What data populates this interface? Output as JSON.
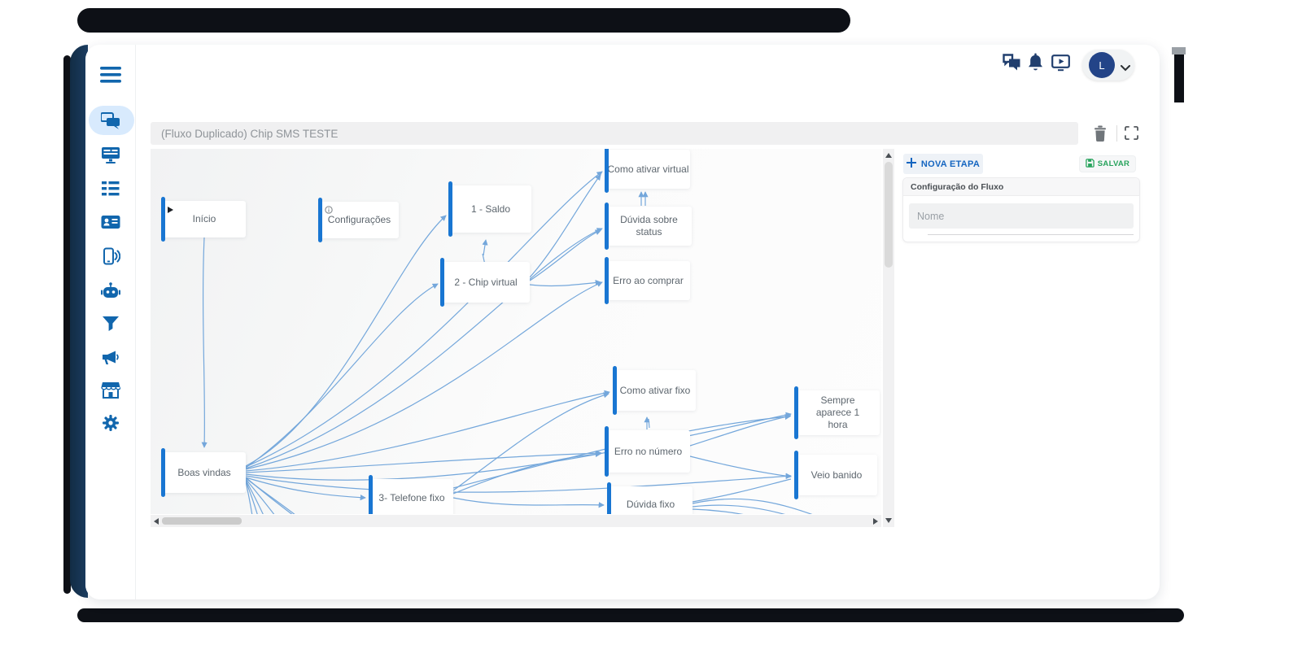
{
  "header": {
    "avatar_initial": "L",
    "icons": {
      "conversations": "conversations-icon",
      "notifications": "notifications-bell-icon",
      "media": "media-player-icon"
    }
  },
  "sidebar": {
    "items": [
      {
        "icon": "menu-icon",
        "active": false
      },
      {
        "icon": "chats-icon",
        "active": true
      },
      {
        "icon": "dashboard-monitor-icon",
        "active": false
      },
      {
        "icon": "list-icon",
        "active": false
      },
      {
        "icon": "contacts-card-icon",
        "active": false
      },
      {
        "icon": "phone-broadcast-icon",
        "active": false
      },
      {
        "icon": "bot-icon",
        "active": false
      },
      {
        "icon": "filter-funnel-icon",
        "active": false
      },
      {
        "icon": "megaphone-icon",
        "active": false
      },
      {
        "icon": "store-icon",
        "active": false
      },
      {
        "icon": "settings-gear-icon",
        "active": false
      }
    ]
  },
  "flow": {
    "title": "(Fluxo Duplicado) Chip SMS TESTE",
    "nodes": [
      {
        "label": "Início"
      },
      {
        "label": "Configurações"
      },
      {
        "label": "1 - Saldo"
      },
      {
        "label": "2 - Chip virtual"
      },
      {
        "label": "Como ativar virtual"
      },
      {
        "label": "Dúvida sobre status"
      },
      {
        "label": "Erro ao comprar"
      },
      {
        "label": "Como ativar fixo"
      },
      {
        "label": "Erro no número"
      },
      {
        "label": "Sempre aparece 1 hora"
      },
      {
        "label": "Veio banido"
      },
      {
        "label": "Boas vindas"
      },
      {
        "label": "3- Telefone fixo"
      },
      {
        "label": "Dúvida fixo"
      }
    ]
  },
  "panel": {
    "new_step_label": "NOVA ETAPA",
    "save_label": "SALVAR",
    "section_title": "Configuração do Fluxo",
    "nome_placeholder": "Nome"
  },
  "colors": {
    "sidebar_icon": "#1166ad",
    "node_bar": "#1976d2",
    "edge": "#74a7db",
    "accent_green": "#27a35c",
    "avatar_bg": "#234488",
    "header_icon": "#203e6e"
  }
}
